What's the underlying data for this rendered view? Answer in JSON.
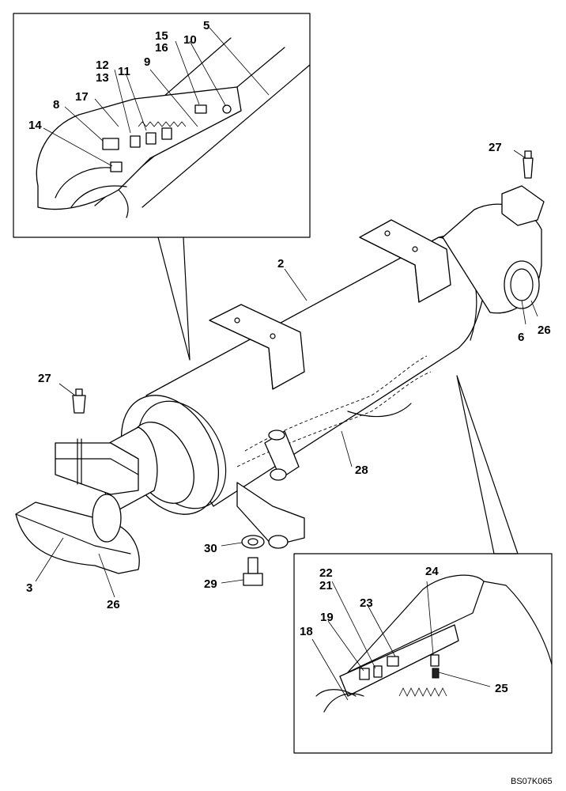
{
  "callouts": [
    {
      "id": "l-15",
      "text": "15"
    },
    {
      "id": "l-16",
      "text": "16"
    },
    {
      "id": "l-10",
      "text": "10"
    },
    {
      "id": "l-5",
      "text": "5"
    },
    {
      "id": "l-12",
      "text": "12"
    },
    {
      "id": "l-13",
      "text": "13"
    },
    {
      "id": "l-11",
      "text": "11"
    },
    {
      "id": "l-9",
      "text": "9"
    },
    {
      "id": "l-17",
      "text": "17"
    },
    {
      "id": "l-8",
      "text": "8"
    },
    {
      "id": "l-14",
      "text": "14"
    },
    {
      "id": "l-27a",
      "text": "27"
    },
    {
      "id": "l-2",
      "text": "2"
    },
    {
      "id": "l-6",
      "text": "6"
    },
    {
      "id": "l-26a",
      "text": "26"
    },
    {
      "id": "l-27b",
      "text": "27"
    },
    {
      "id": "l-28",
      "text": "28"
    },
    {
      "id": "l-3",
      "text": "3"
    },
    {
      "id": "l-26b",
      "text": "26"
    },
    {
      "id": "l-30",
      "text": "30"
    },
    {
      "id": "l-29",
      "text": "29"
    },
    {
      "id": "l-22",
      "text": "22"
    },
    {
      "id": "l-21",
      "text": "21"
    },
    {
      "id": "l-24",
      "text": "24"
    },
    {
      "id": "l-23",
      "text": "23"
    },
    {
      "id": "l-19",
      "text": "19"
    },
    {
      "id": "l-18",
      "text": "18"
    },
    {
      "id": "l-25",
      "text": "25"
    }
  ],
  "reference_code": "BS07K065"
}
